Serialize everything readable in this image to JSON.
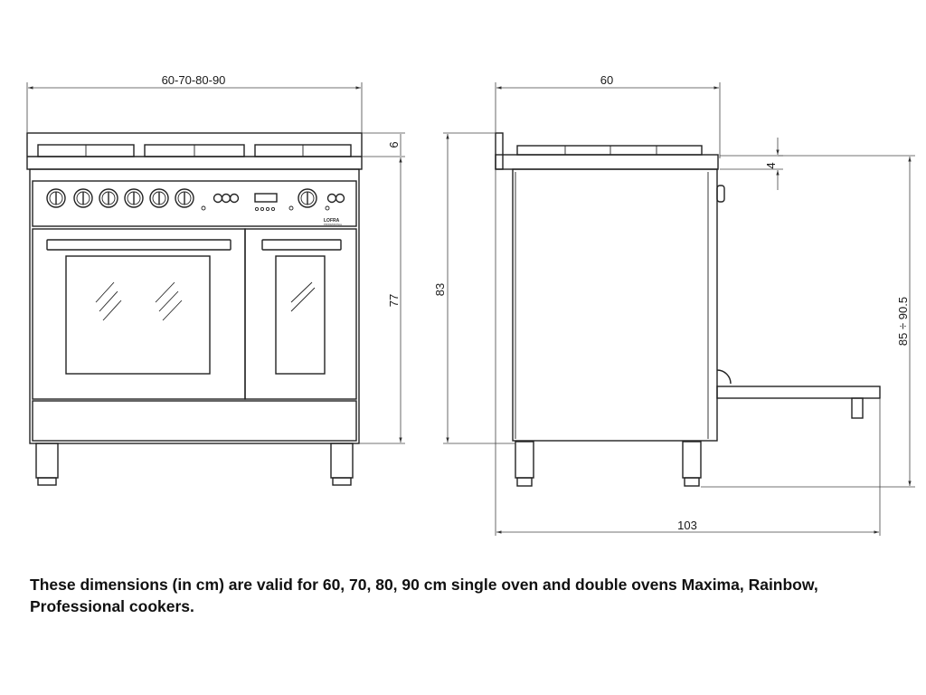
{
  "dimensions": {
    "front_width": "60-70-80-90",
    "top_height": "6",
    "body_height": "77",
    "side_depth": "60",
    "total_height": "83",
    "burner_height": "4",
    "door_open_height": "85 ÷ 90.5",
    "door_open_depth": "103"
  },
  "brand": {
    "logo": "LOFRA",
    "model": "PROFESSIONAL"
  },
  "caption": "These dimensions (in cm) are valid for 60, 70, 80, 90 cm single oven and double ovens Maxima, Rainbow, Professional cookers."
}
